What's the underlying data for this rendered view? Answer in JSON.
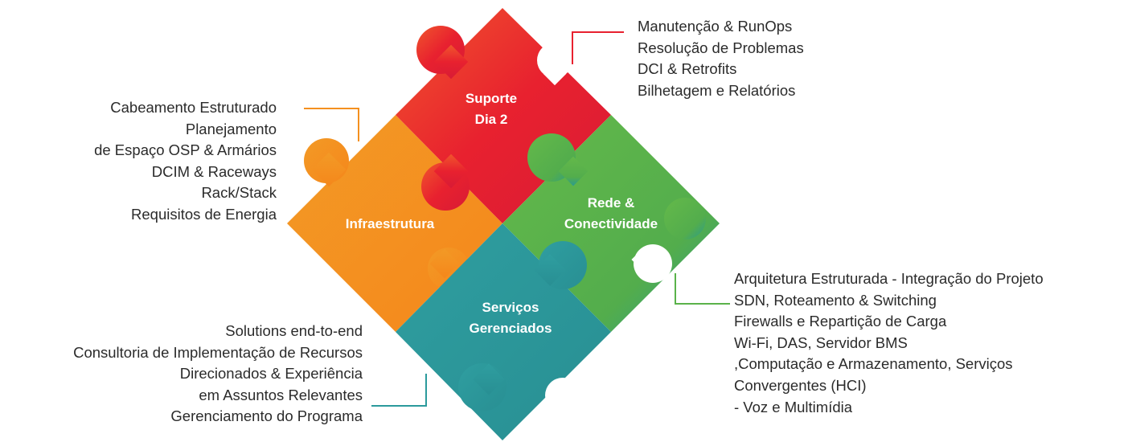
{
  "colors": {
    "red": "#e8212f",
    "green": "#5ab24a",
    "orange": "#f4901f",
    "teal": "#2b9a9c",
    "text": "#2b2b2b"
  },
  "pieces": {
    "top": {
      "label": "Suporte\nDia 2"
    },
    "right": {
      "label": "Rede &\nConectividade"
    },
    "left": {
      "label": "Infraestrutura"
    },
    "bottom": {
      "label": "Serviços\nGerenciados"
    }
  },
  "lists": {
    "top_right": [
      "Manutenção & RunOps",
      "Resolução de Problemas",
      "DCI & Retrofits",
      "Bilhetagem e Relatórios"
    ],
    "left": [
      "Cabeamento Estruturado",
      "Planejamento",
      "de Espaço OSP & Armários",
      "DCIM & Raceways",
      "Rack/Stack",
      "Requisitos de Energia"
    ],
    "bottom_right": [
      "Arquitetura Estruturada - Integração do Projeto",
      "SDN, Roteamento & Switching",
      "Firewalls e Repartição de Carga",
      "Wi-Fi, DAS, Servidor BMS",
      ",Computação e Armazenamento, Serviços",
      "Convergentes (HCI)",
      "- Voz e Multimídia"
    ],
    "bottom_left": [
      "Solutions end-to-end",
      "Consultoria de Implementação de Recursos",
      "Direcionados & Experiência",
      "em Assuntos Relevantes",
      "Gerenciamento do Programa"
    ]
  }
}
